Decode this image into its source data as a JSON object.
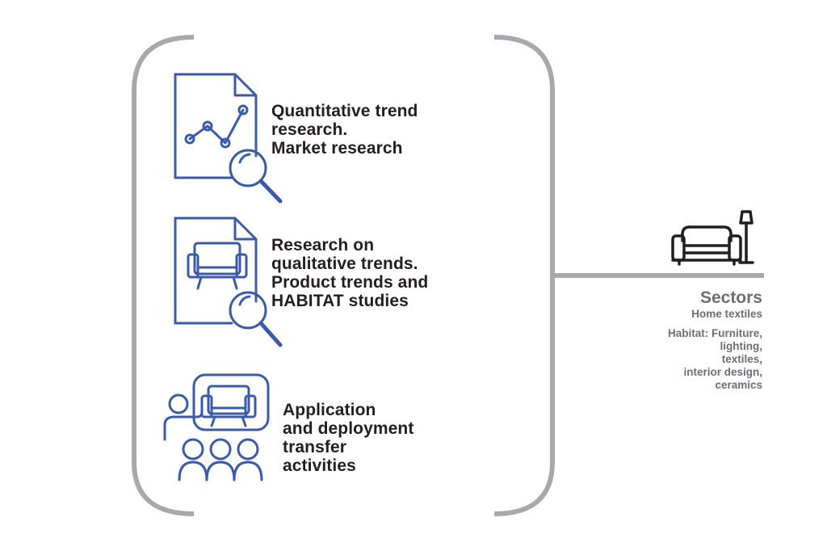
{
  "items": [
    {
      "icon": "document-chart-search-icon",
      "label": "Quantitative trend\nresearch.\nMarket research"
    },
    {
      "icon": "document-armchair-search-icon",
      "label": "Research on\nqualitative trends.\nProduct trends and\nHABITAT studies"
    },
    {
      "icon": "audience-presentation-icon",
      "label": "Application\nand deployment\ntransfer\nactivities"
    }
  ],
  "sectors": {
    "icon": "armchair-lamp-icon",
    "title": "Sectors",
    "subtitle": "Home textiles",
    "list": "Habitat: Furniture,\nlighting,\ntextiles,\ninterior design,\nceramics"
  },
  "colors": {
    "icon_blue": "#3b5ba9",
    "bracket_gray": "#a7a9ac",
    "text_dark": "#231f20",
    "text_gray": "#6d6e71"
  }
}
